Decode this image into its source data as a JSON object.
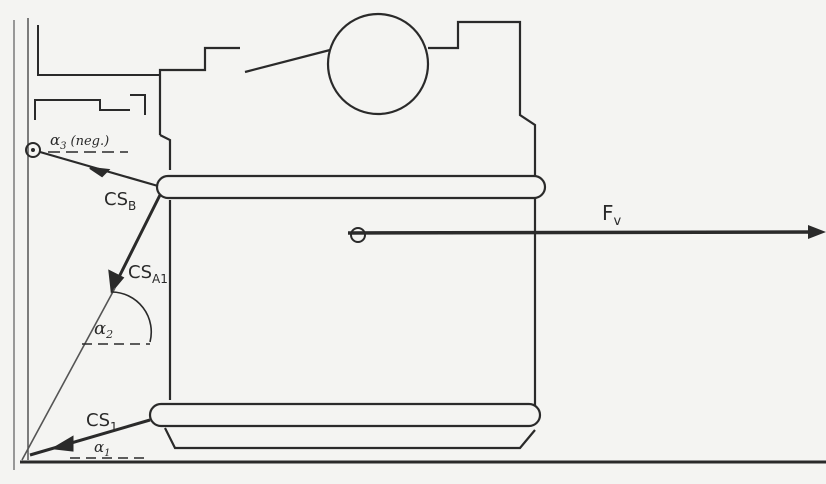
{
  "diagram": {
    "labels": {
      "force": "F",
      "force_sub": "v",
      "cs_upper": "CS",
      "cs_upper_sub": "B",
      "cs_mid": "CS",
      "cs_mid_sub": "A1",
      "cs_lower": "CS",
      "cs_lower_sub": "1",
      "alpha_neg": "α",
      "alpha_neg_sub": "3",
      "alpha_neg_note": "(neg.)",
      "alpha_mid": "α",
      "alpha_mid_sub": "2",
      "alpha_low": "α",
      "alpha_low_sub": "1"
    },
    "colors": {
      "ink": "#2a2a2a",
      "paper": "#f4f4f2",
      "faint": "#6a6a6a"
    }
  }
}
